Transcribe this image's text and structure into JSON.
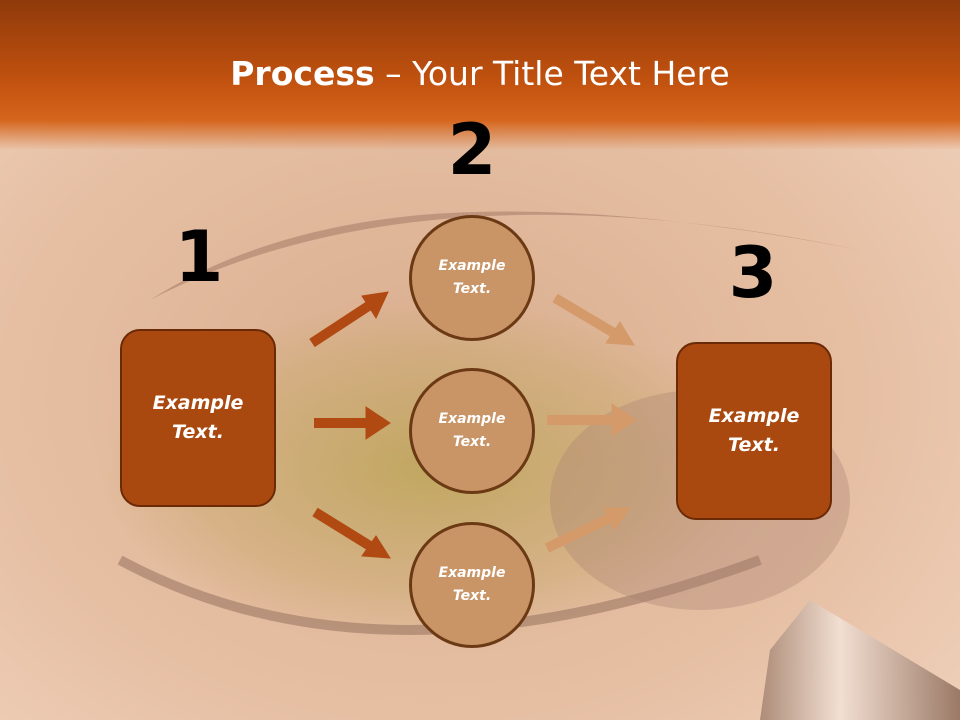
{
  "title": {
    "bold": "Process",
    "rest": " – Your Title Text Here"
  },
  "numbers": [
    "1",
    "2",
    "3"
  ],
  "left_box": {
    "text": "Example Text."
  },
  "right_box": {
    "text": "Example Text."
  },
  "circles": [
    {
      "text": "Example Text."
    },
    {
      "text": "Example Text."
    },
    {
      "text": "Example Text."
    }
  ],
  "colors": {
    "header": "#c2520f",
    "box_fill": "#a9490f",
    "circle_fill": "#c99567",
    "arrow_dark": "#b04a12",
    "arrow_light": "#d49a6a"
  }
}
